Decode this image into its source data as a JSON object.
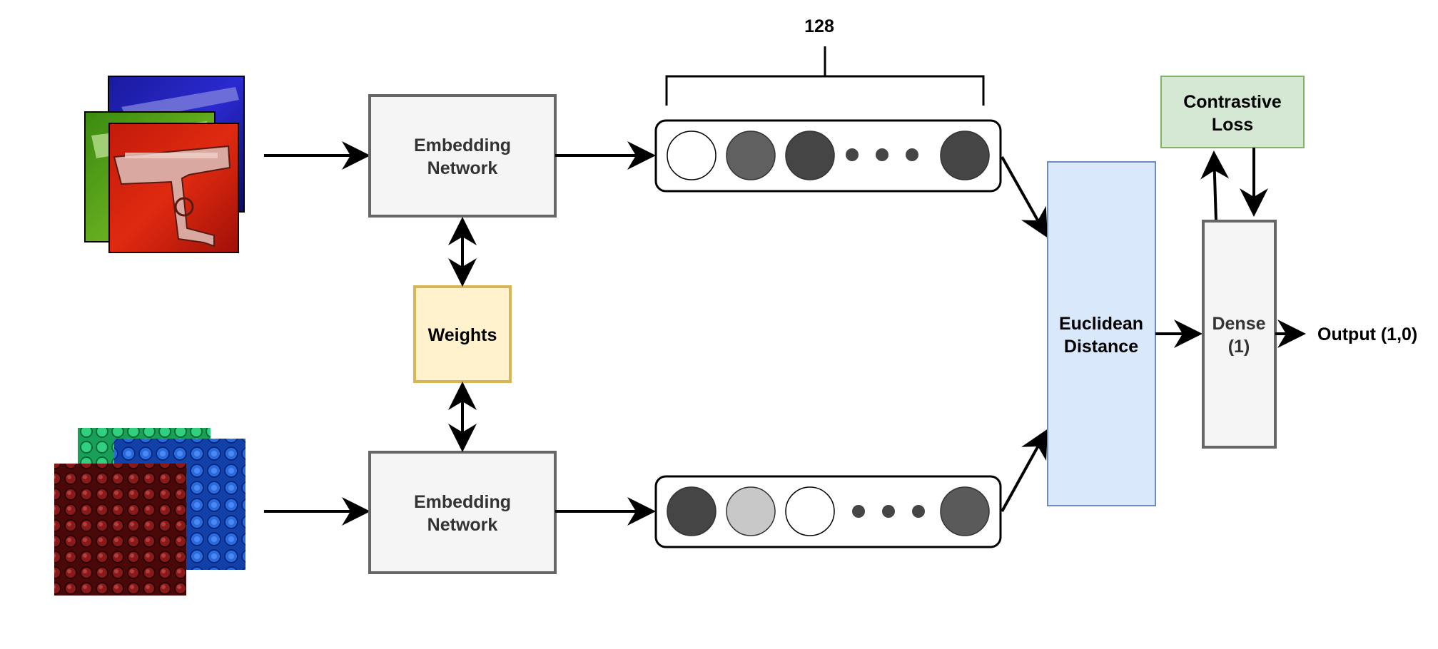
{
  "diagram": {
    "top_branch": {
      "embedding_label_line1": "Embedding",
      "embedding_label_line2": "Network",
      "embedding_vector_circle_fills": [
        "#ffffff",
        "#606060",
        "#454545",
        "#454545"
      ]
    },
    "bottom_branch": {
      "embedding_label_line1": "Embedding",
      "embedding_label_line2": "Network",
      "embedding_vector_circle_fills": [
        "#454545",
        "#c8c8c8",
        "#ffffff",
        "#5a5a5a"
      ]
    },
    "weights_label": "Weights",
    "dimension_label": "128",
    "euclidean_line1": "Euclidean",
    "euclidean_line2": "Distance",
    "contrastive_line1": "Contrastive",
    "contrastive_line2": "Loss",
    "dense_line1": "Dense",
    "dense_line2": "(1)",
    "output_label": "Output (1,0)",
    "colors": {
      "network_fill": "#f5f5f5",
      "network_stroke": "#666666",
      "weights_fill": "#fff2cc",
      "weights_stroke": "#d6b656",
      "euclidean_fill": "#dae8fc",
      "euclidean_stroke": "#6c8ebf",
      "contrastive_fill": "#d5e8d4",
      "contrastive_stroke": "#82b366",
      "dense_fill": "#f5f5f5",
      "dense_stroke": "#666666"
    }
  }
}
